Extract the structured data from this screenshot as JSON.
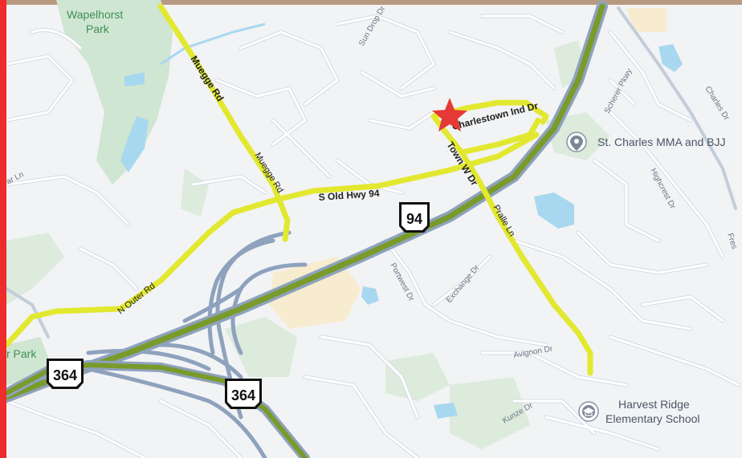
{
  "map": {
    "labels": {
      "park_wapelhorst_line1": "Wapelhorst",
      "park_wapelhorst_line2": "Park",
      "park_edge": "r Park",
      "muegge_rd_1": "Muegge Rd",
      "muegge_rd_2": "Muegge Rd",
      "old_hwy_94": "S Old Hwy 94",
      "n_outer_rd": "N Outer Rd",
      "charlestown_ind_dr": "Charlestown Ind Dr",
      "town_w_dr": "Town W Dr",
      "pralle_ln": "Pralle Ln",
      "sun_drop_dr": "Sun Drop Dr",
      "scherer_pkwy": "Scherer Pkwy",
      "charles_dr": "Charles Dr",
      "highcrest_dr": "Highcrest Dr",
      "portwest_dr": "Portwest Dr",
      "exchange_dr": "Exchange Dr",
      "avignon_dr": "Avignon Dr",
      "kunze_dr": "Kunze Dr",
      "ar_ln": "ar Ln",
      "fres": "Fres"
    },
    "shields": {
      "hwy94": "94",
      "hwy364_a": "364",
      "hwy364_b": "364"
    },
    "pois": {
      "mma": {
        "name": "St. Charles MMA and BJJ",
        "icon": "location-pin-icon"
      },
      "school": {
        "name_line1": "Harvest Ridge",
        "name_line2": "Elementary School",
        "icon": "school-icon"
      }
    },
    "marker": {
      "icon": "star-marker-icon",
      "color": "#e53935"
    },
    "colors": {
      "background": "#f2f3f5",
      "highlight": "#e2e830",
      "highway": "#7a9a2a",
      "highway_casing": "#8ea2bd",
      "road": "#ffffff",
      "park": "#cfe6d2",
      "water": "#a8d8f0",
      "commercial": "#f7eccf",
      "left_edge": "#ef2b2b"
    }
  }
}
